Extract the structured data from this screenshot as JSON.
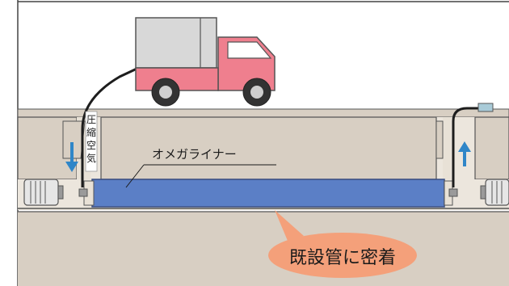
{
  "labels": {
    "compressed_air": [
      "圧",
      "縮",
      "空",
      "気"
    ],
    "liner_name": "オメガライナー",
    "callout": "既設管に密着"
  },
  "icons": {
    "truck": "truck-icon",
    "down_arrow": "arrow-down-icon",
    "up_arrow": "arrow-up-icon",
    "left_plug": "end-plug-icon",
    "right_plug": "end-plug-icon"
  },
  "colors": {
    "ground": "#d8cfc3",
    "ground_line": "#5b5b5b",
    "liner": "#5b7fc6",
    "liner_edge": "#3a4f82",
    "truck_body": "#ef7f8e",
    "truck_box": "#d8d8d8",
    "arrow": "#2f86c8",
    "callout": "#f4a07a"
  }
}
